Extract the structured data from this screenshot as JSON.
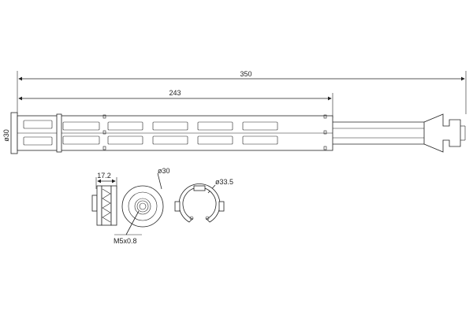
{
  "drawing": {
    "dimensions": {
      "overall_length": "350",
      "body_length": "243",
      "diameter": "ø30",
      "cap_width": "17.2",
      "cap_diameter": "ø30",
      "thread": "M5x0.8",
      "clip_diameter": "ø33.5"
    }
  }
}
